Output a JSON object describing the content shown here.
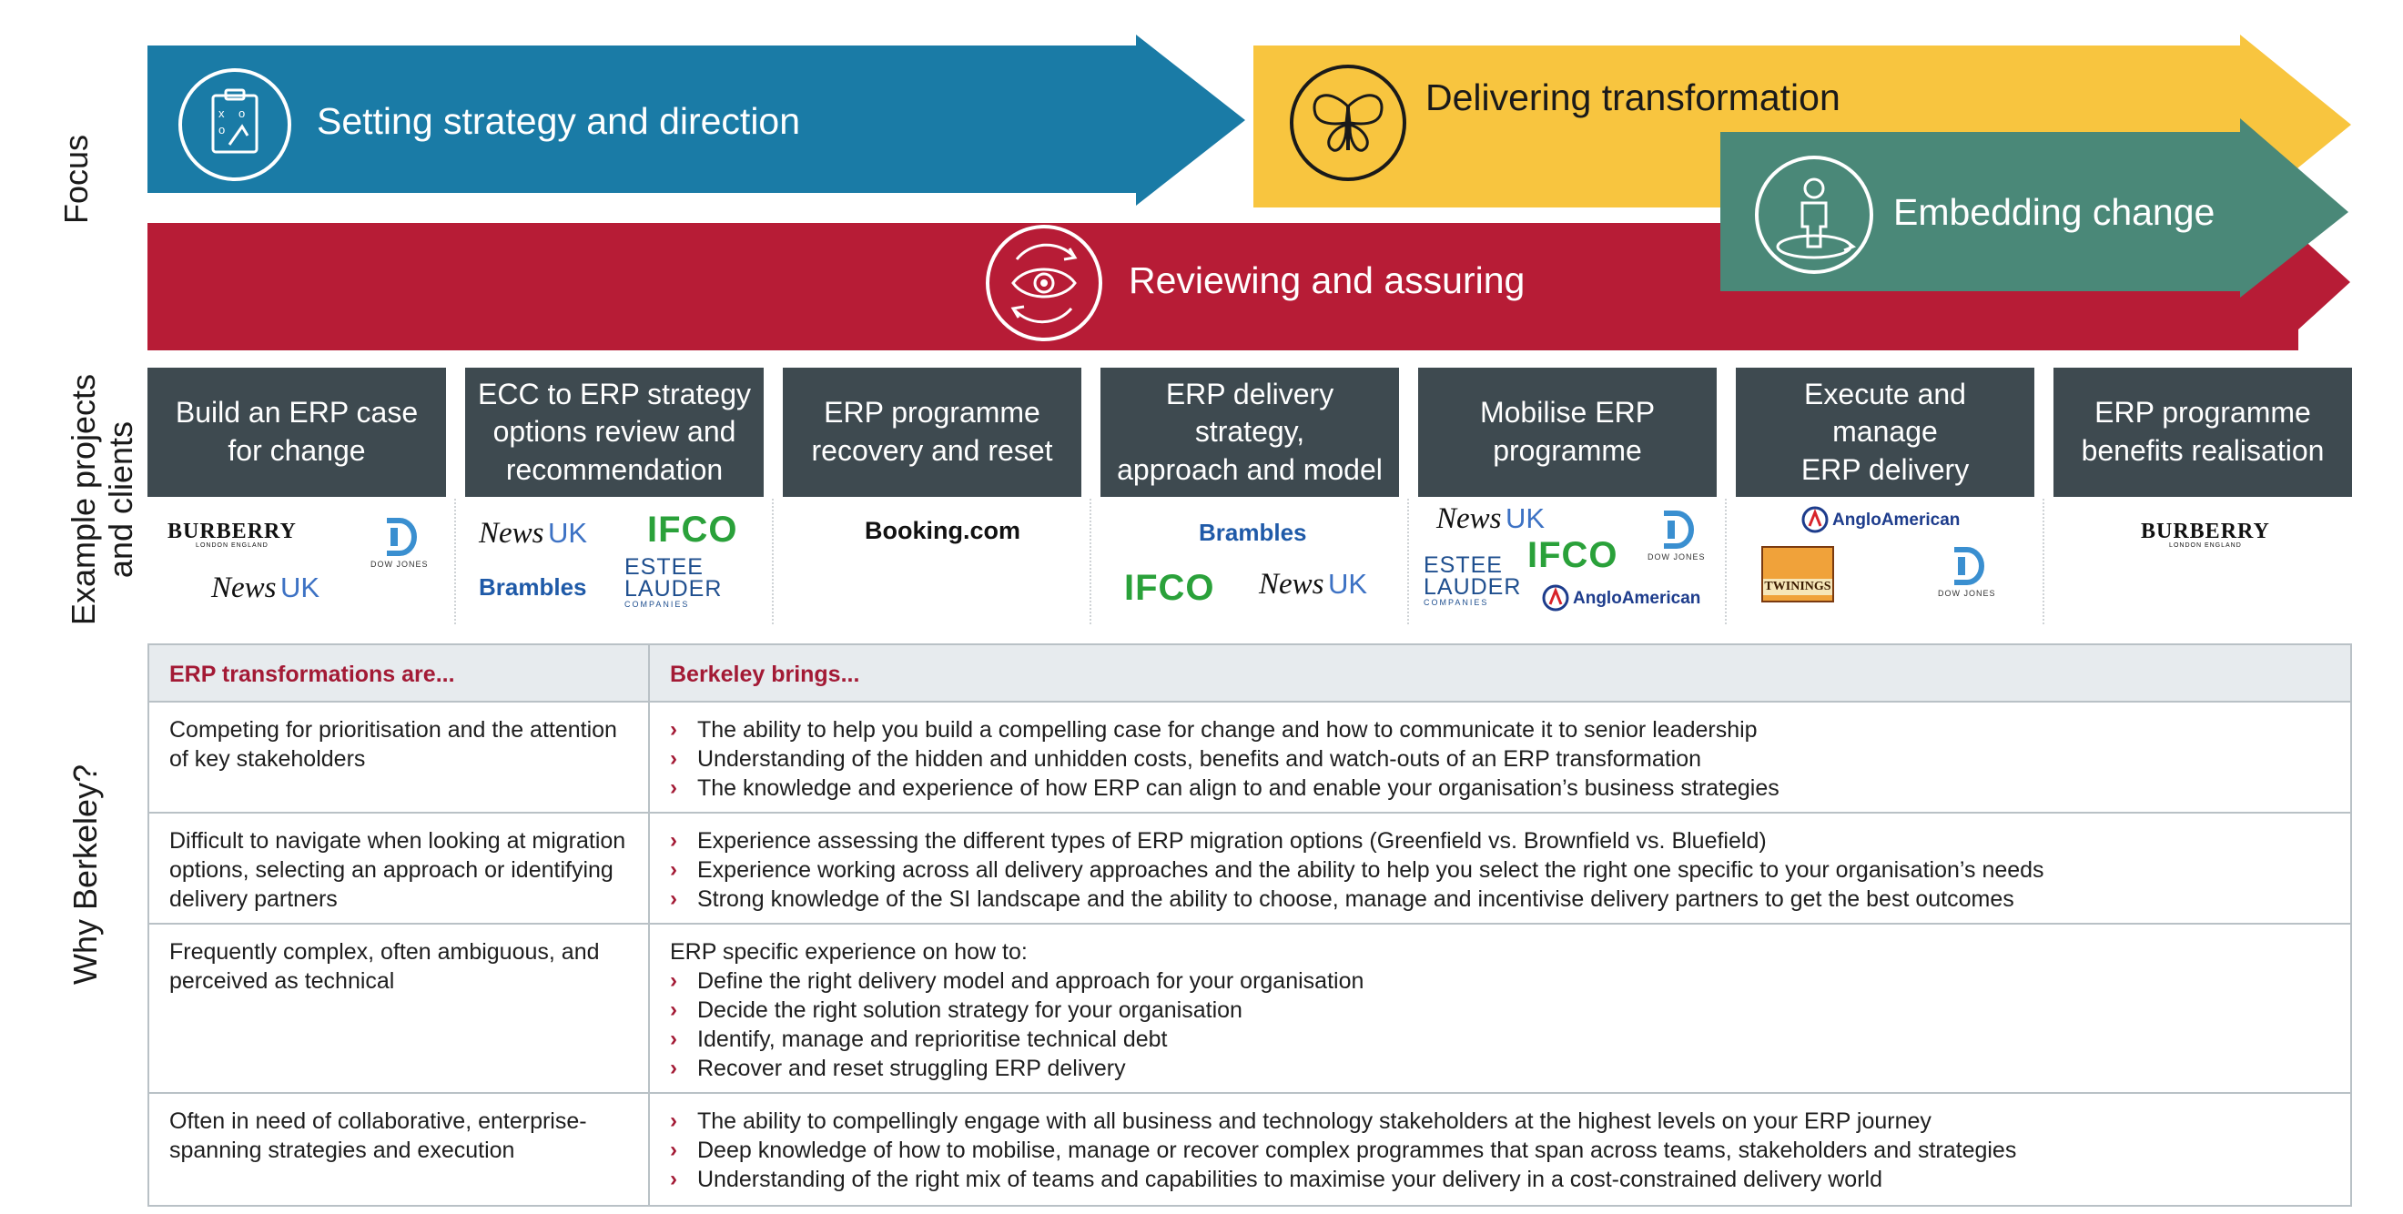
{
  "side_labels": {
    "focus": "Focus",
    "example": "Example projects\nand clients",
    "why": "Why Berkeley?"
  },
  "arrows": {
    "strategy": {
      "label": "Setting strategy and direction",
      "color": "#1a7ba6",
      "icon": "clipboard-play-icon"
    },
    "transformation": {
      "label": "Delivering transformation",
      "color": "#f8c53f",
      "icon": "butterfly-icon"
    },
    "embedding": {
      "label": "Embedding change",
      "color": "#4a8878",
      "icon": "person-cycle-icon"
    },
    "reviewing": {
      "label": "Reviewing and assuring",
      "color": "#b71c36",
      "icon": "eye-cycle-icon"
    }
  },
  "projects": [
    {
      "title": "Build an ERP case\nfor change"
    },
    {
      "title": "ECC to ERP strategy\noptions review and\nrecommendation"
    },
    {
      "title": "ERP programme\nrecovery and reset"
    },
    {
      "title": "ERP delivery strategy,\napproach and model"
    },
    {
      "title": "Mobilise ERP\nprogramme"
    },
    {
      "title": "Execute and manage\nERP delivery"
    },
    {
      "title": "ERP programme\nbenefits realisation"
    }
  ],
  "logos": {
    "burberry": "BURBERRY",
    "burberry_sub": "LONDON ENGLAND",
    "news": "News",
    "news_uk": "UK",
    "dow_jones": "DOW JONES",
    "dj_mark": "D",
    "ifco": "IFCO",
    "brambles": "Brambles",
    "estee_line1": "ESTEE",
    "estee_line2": "LAUDER",
    "estee_sub": "COMPANIES",
    "booking": "Booking.com",
    "anglo": "AngloAmerican",
    "twinings": "TWININGS"
  },
  "table": {
    "header_left": "ERP transformations are...",
    "header_right": "Berkeley brings...",
    "rows": [
      {
        "left": "Competing for prioritisation and the attention of key stakeholders",
        "intro": "",
        "bullets": [
          "The ability to help you build a compelling case for change and how to communicate it to senior leadership",
          "Understanding of the hidden and unhidden costs, benefits and watch-outs of an ERP transformation",
          "The knowledge and experience of how ERP can align to and enable your organisation’s business strategies"
        ]
      },
      {
        "left": "Difficult to navigate when looking at migration options, selecting an approach or identifying delivery partners",
        "intro": "",
        "bullets": [
          "Experience assessing the different types of ERP migration options (Greenfield vs. Brownfield vs. Bluefield)",
          "Experience working across all delivery approaches and the ability to help you select the right one specific to your organisation’s needs",
          "Strong knowledge of the SI landscape and the ability to choose, manage and incentivise delivery partners to get the best outcomes"
        ]
      },
      {
        "left": "Frequently complex, often ambiguous, and perceived as technical",
        "intro": "ERP specific experience on how to:",
        "bullets": [
          "Define the right delivery model and approach for your organisation",
          "Decide the right solution strategy for your organisation",
          "Identify, manage and reprioritise technical debt",
          "Recover and reset struggling ERP delivery"
        ]
      },
      {
        "left": "Often in need of collaborative, enterprise-spanning strategies and execution",
        "intro": "",
        "bullets": [
          "The ability to compellingly engage with all business and technology stakeholders at the highest levels on your ERP journey",
          "Deep knowledge of how to mobilise, manage or recover complex programmes that span across teams, stakeholders and strategies",
          "Understanding of the right mix of teams and capabilities to maximise your delivery in a cost-constrained delivery world"
        ]
      }
    ]
  }
}
